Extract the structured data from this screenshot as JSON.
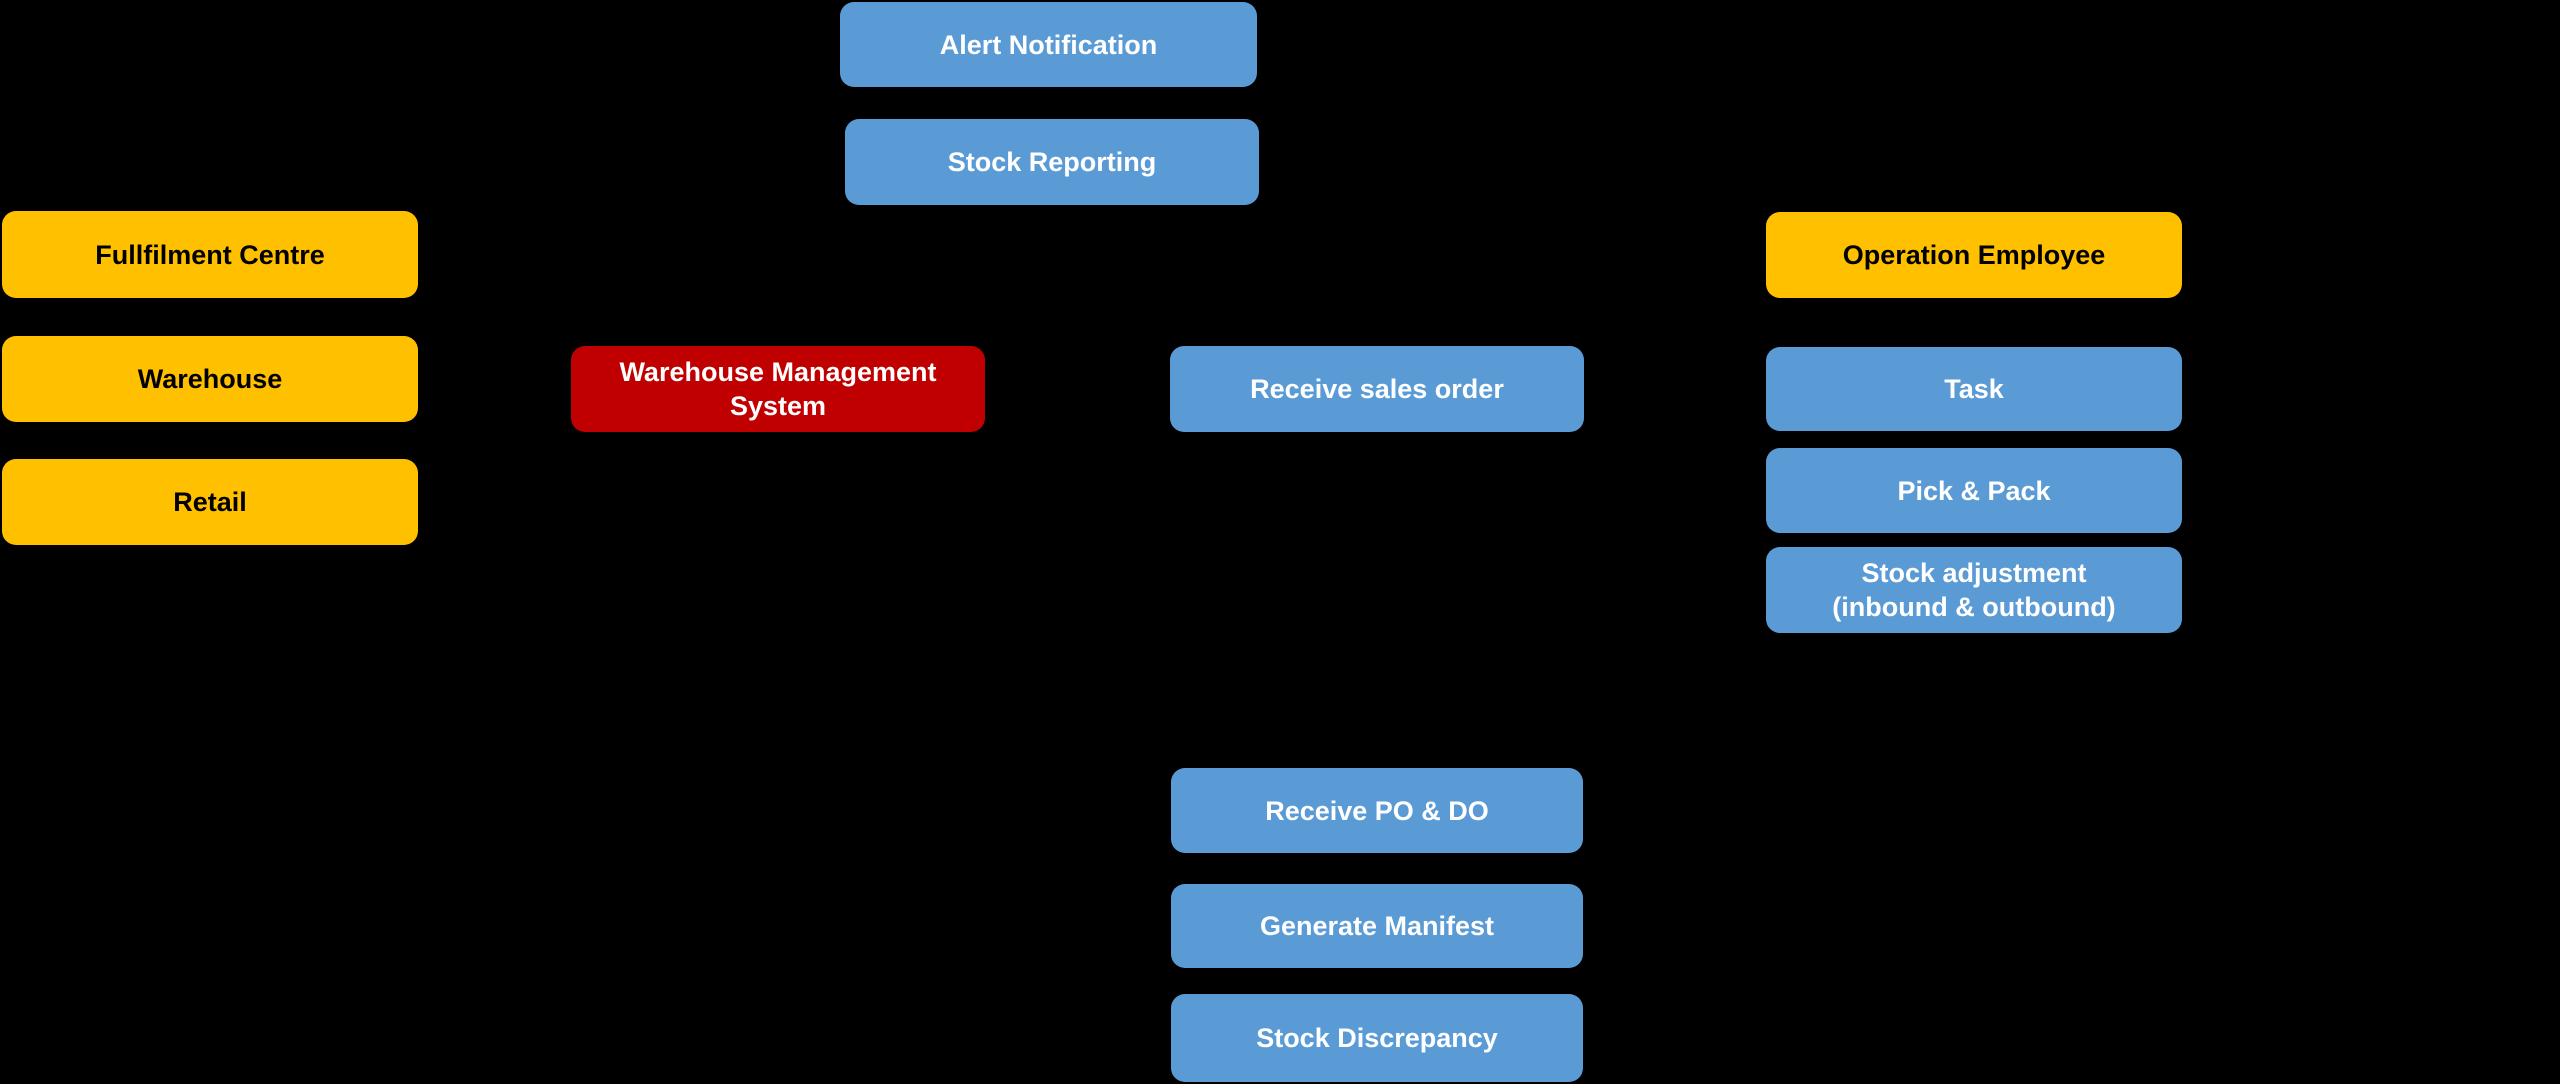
{
  "diagram": {
    "background_color": "#000000",
    "colors": {
      "process": "#5b9bd5",
      "actor": "#ffc000",
      "system": "#c00000"
    },
    "nodes": {
      "alert_notification": {
        "label": "Alert Notification"
      },
      "stock_reporting": {
        "label": "Stock Reporting"
      },
      "fullfilment_centre": {
        "label": "Fullfilment Centre"
      },
      "warehouse": {
        "label": "Warehouse"
      },
      "retail": {
        "label": "Retail"
      },
      "wms": {
        "label": "Warehouse Management\nSystem"
      },
      "receive_sales_order": {
        "label": "Receive sales order"
      },
      "operation_employee": {
        "label": "Operation Employee"
      },
      "task": {
        "label": "Task"
      },
      "pick_pack": {
        "label": "Pick & Pack"
      },
      "stock_adjustment": {
        "label": "Stock adjustment\n(inbound & outbound)"
      },
      "receive_po_do": {
        "label": "Receive PO & DO"
      },
      "generate_manifest": {
        "label": "Generate Manifest"
      },
      "stock_discrepancy": {
        "label": "Stock Discrepancy"
      }
    }
  }
}
